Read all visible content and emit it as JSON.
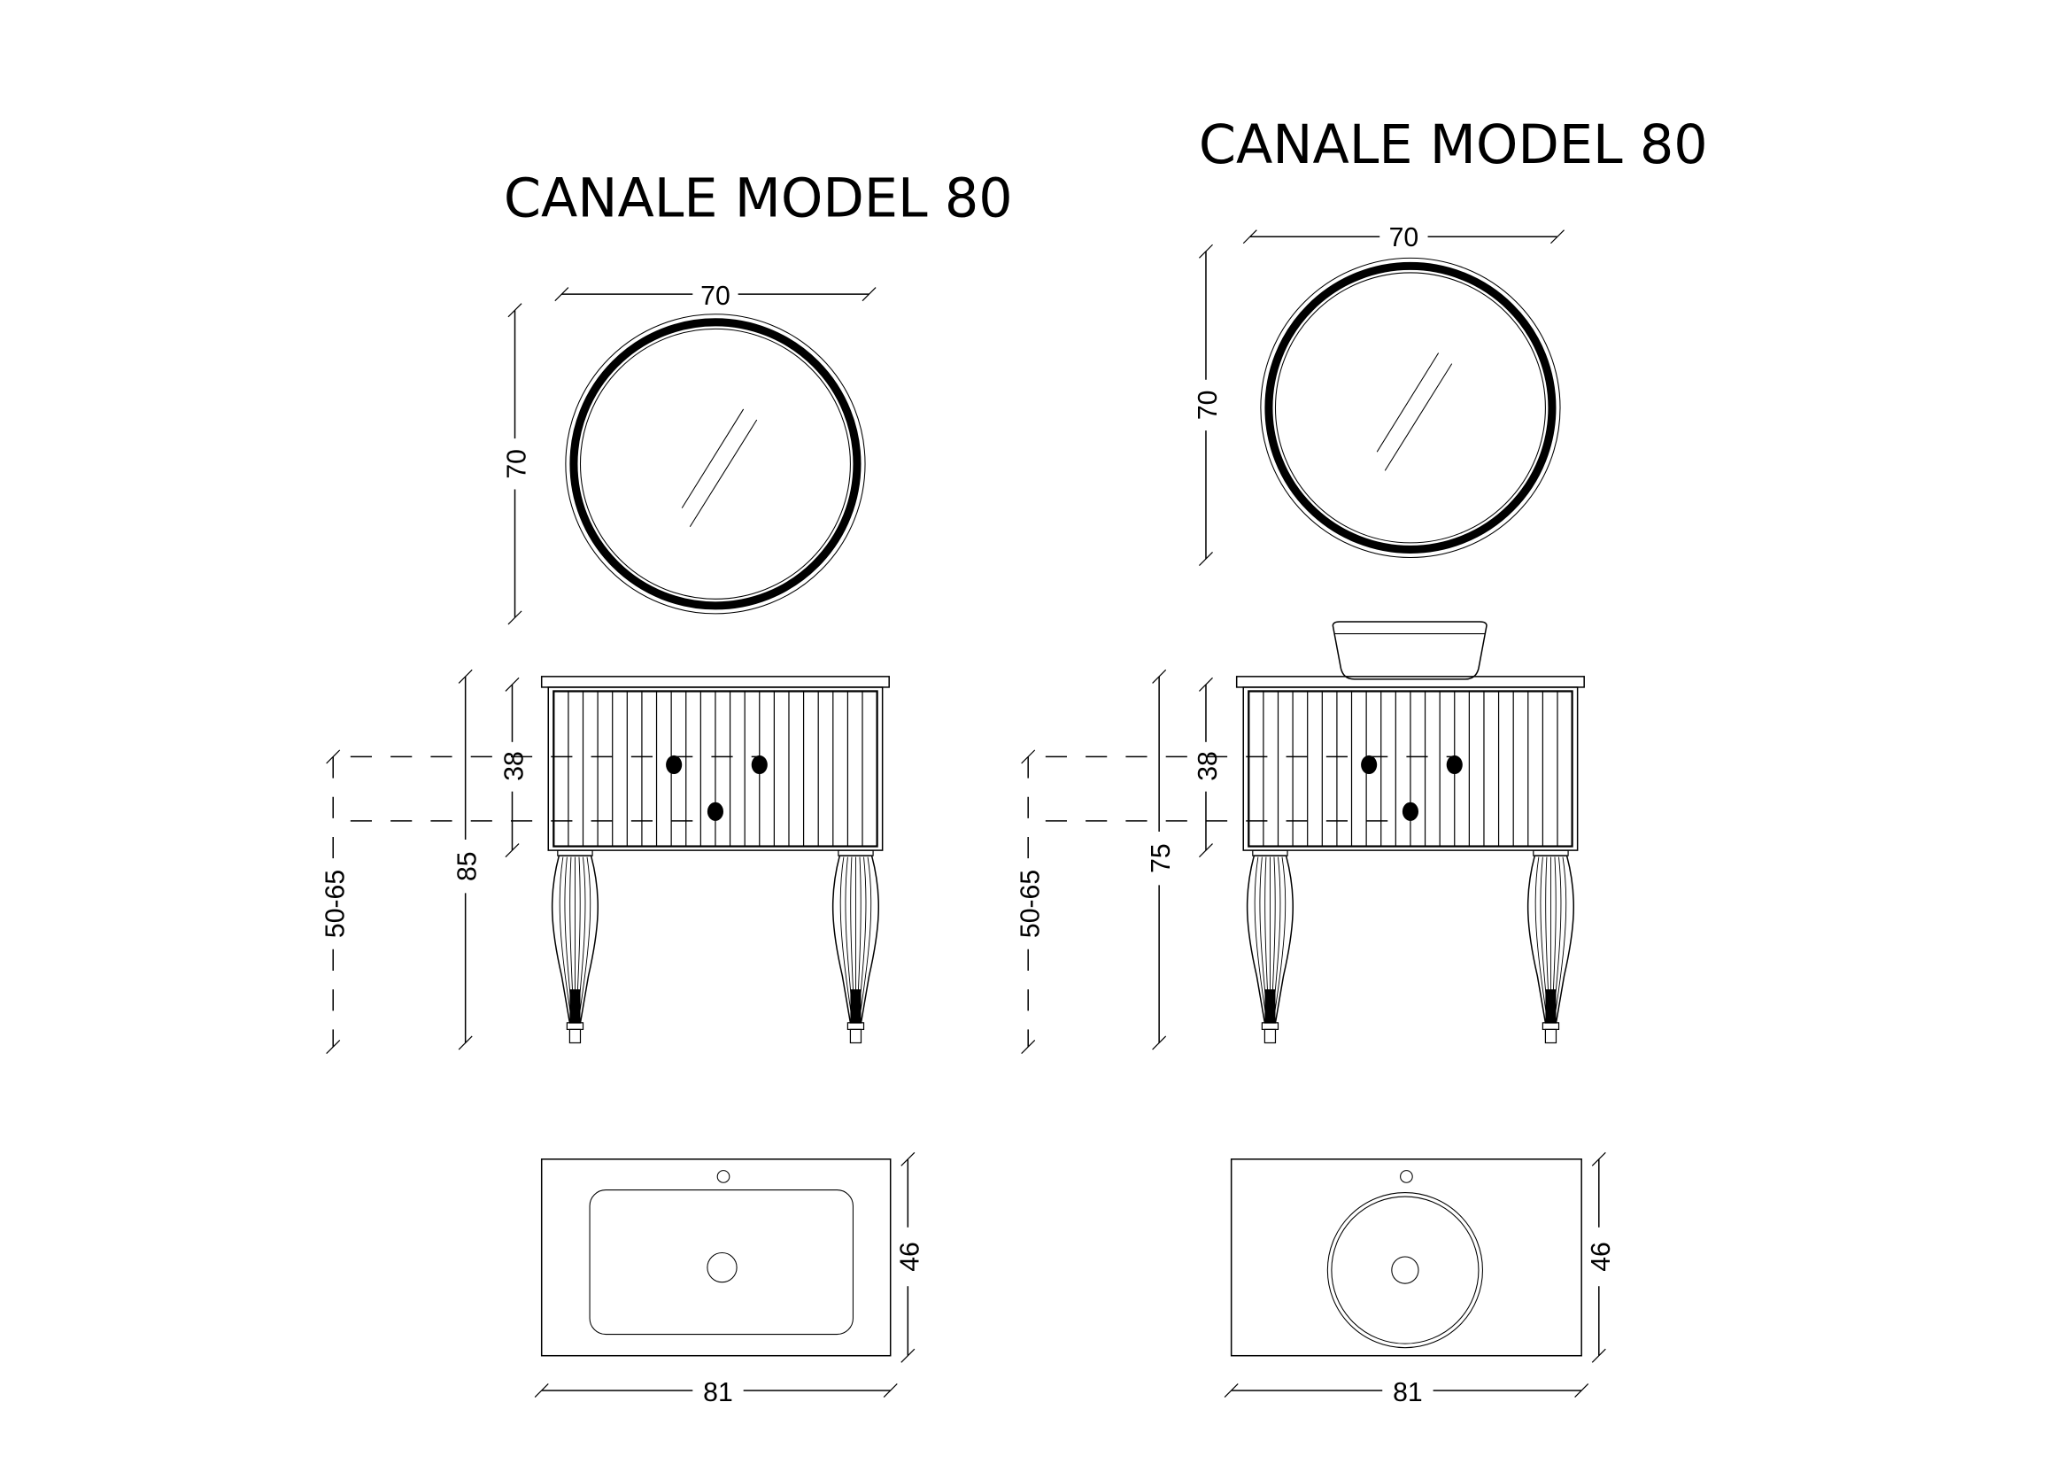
{
  "left": {
    "title": "CANALE MODEL 80",
    "mirror_width": "70",
    "mirror_height": "70",
    "cabinet_total_height": "85",
    "drawer_height": "38",
    "leg_height": "50-65",
    "top_depth": "46",
    "top_width": "81",
    "basin_type": "integrated-rectangular"
  },
  "right": {
    "title": "CANALE MODEL 80",
    "mirror_width": "70",
    "mirror_height": "70",
    "cabinet_total_height": "75",
    "drawer_height": "38",
    "leg_height": "50-65",
    "top_depth": "46",
    "top_width": "81",
    "basin_type": "countertop-round"
  },
  "colors": {
    "line": "#000000",
    "background": "#ffffff"
  }
}
